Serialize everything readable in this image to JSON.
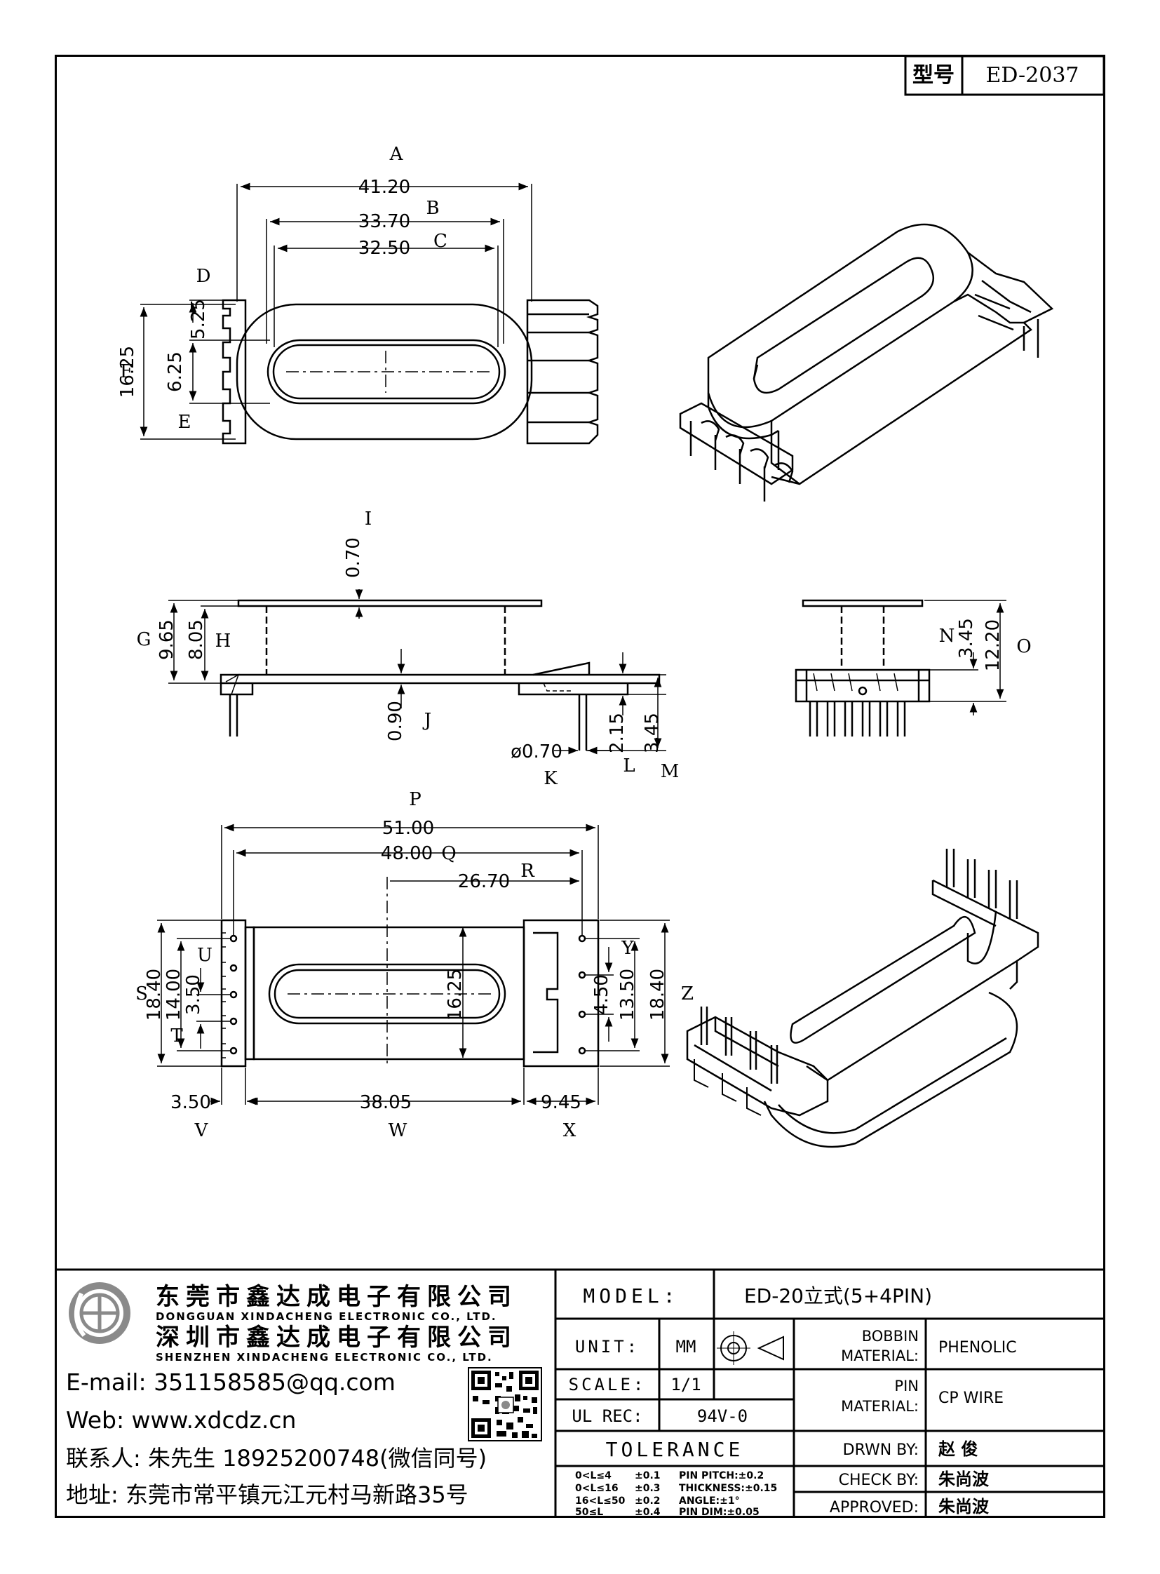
{
  "title_block": {
    "type_label": "型号",
    "type_value": "ED-2037"
  },
  "view_top": {
    "labels": {
      "A": "A",
      "B": "B",
      "C": "C",
      "D": "D",
      "E": "E",
      "F": "F"
    },
    "dims": {
      "A": "41.20",
      "B": "33.70",
      "C": "32.50",
      "D": "5.25",
      "E": "6.25",
      "F": "16.25"
    }
  },
  "view_side": {
    "labels": {
      "I": "I",
      "G": "G",
      "H": "H",
      "J": "J",
      "K": "K",
      "L": "L",
      "M": "M"
    },
    "dims": {
      "I": "0.70",
      "G": "9.65",
      "H": "8.05",
      "J": "0.90",
      "K": "ø0.70",
      "L": "2.15",
      "M": "3.45"
    }
  },
  "view_end": {
    "labels": {
      "N": "N",
      "O": "O"
    },
    "dims": {
      "N": "3.45",
      "O": "12.20"
    }
  },
  "view_bottom": {
    "labels": {
      "P": "P",
      "Q": "Q",
      "R": "R",
      "S": "S",
      "U": "U",
      "T": "T",
      "Y": "Y",
      "Z": "Z",
      "V": "V",
      "W": "W",
      "X": "X"
    },
    "dims": {
      "P": "51.00",
      "Q": "48.00",
      "R": "26.70",
      "S": "18.40",
      "S2": "14.00",
      "U": "3.50",
      "center": "16.25",
      "Y": "4.50",
      "Y2": "13.50",
      "Z": "18.40",
      "V": "3.50",
      "W": "38.05",
      "X": "9.45"
    }
  },
  "company": {
    "name_dg": "东莞市鑫达成电子有限公司",
    "name_dg_en": "DONGGUAN XINDACHENG ELECTRONIC CO., LTD.",
    "name_sz": "深圳市鑫达成电子有限公司",
    "name_sz_en": "SHENZHEN XINDACHENG ELECTRONIC CO., LTD.",
    "email": "E-mail: 351158585@qq.com",
    "web": "Web: www.xdcdz.cn",
    "contact": "联系人: 朱先生 18925200748(微信同号)",
    "address": "地址: 东莞市常平镇元江元村马新路35号"
  },
  "spec": {
    "model_label": "MODEL:",
    "model_value": "ED-20立式(5+4PIN)",
    "unit_label": "UNIT:",
    "unit_value": "MM",
    "scale_label": "SCALE:",
    "scale_value": "1/1",
    "ulrec_label": "UL REC:",
    "ulrec_value": "94V-0",
    "tolerance_label": "TOLERANCE",
    "tol_lines": [
      {
        "range": "0<L≤4",
        "tol": "±0.1",
        "note": "PIN PITCH:±0.2"
      },
      {
        "range": "0<L≤16",
        "tol": "±0.3",
        "note": "THICKNESS:±0.15"
      },
      {
        "range": "16<L≤50",
        "tol": "±0.2",
        "note": "ANGLE:±1°"
      },
      {
        "range": "50≤L",
        "tol": "±0.4",
        "note": "PIN DIM:±0.05"
      }
    ],
    "bobbin_label_1": "BOBBIN",
    "bobbin_label_2": "MATERIAL:",
    "bobbin_value": "PHENOLIC",
    "pin_label_1": "PIN",
    "pin_label_2": "MATERIAL:",
    "pin_value": "CP WIRE",
    "drwn_label": "DRWN BY:",
    "drwn_value": "赵 俊",
    "check_label": "CHECK BY:",
    "check_value": "朱尚波",
    "approved_label": "APPROVED:",
    "approved_value": "朱尚波"
  }
}
